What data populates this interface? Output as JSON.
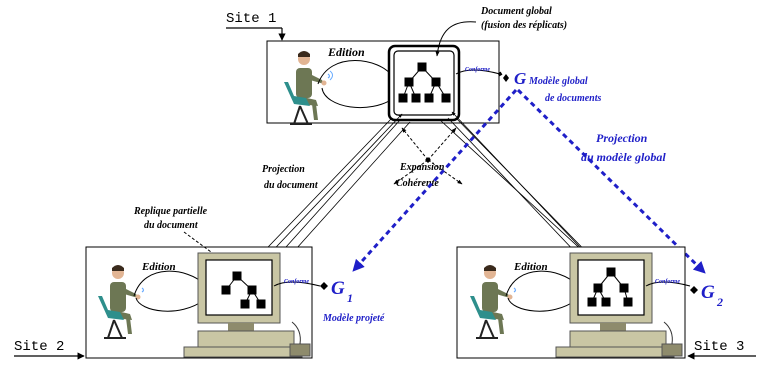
{
  "sites": {
    "site1": "Site 1",
    "site2": "Site 2",
    "site3": "Site 3"
  },
  "labels": {
    "edition_top": "Edition",
    "edition_left": "Edition",
    "edition_right": "Edition",
    "doc_global_line1": "Document global",
    "doc_global_line2": "(fusion des réplicats)",
    "conforme_top": "Conforme",
    "conforme_left": "Conforme",
    "conforme_right": "Conforme",
    "G": "G",
    "G1_base": "G",
    "G1_sub": "1",
    "G2_base": "G",
    "G2_sub": "2",
    "modele_global_line1": "Modèle global",
    "modele_global_line2": "de documents",
    "projection_global_line1": "Projection",
    "projection_global_line2": "du modèle global",
    "projection_doc_line1": "Projection",
    "projection_doc_line2": "du document",
    "expansion_line1": "Expansion",
    "expansion_line2": "Cohérente",
    "replique_line1": "Replique partielle",
    "replique_line2": "du document",
    "modele_projete": "Modèle projeté"
  },
  "colors": {
    "blue": "#1f1fc8",
    "monitor": "#c9c6a4",
    "monitor_dark": "#8e8b6c",
    "person_suit": "#6d7754",
    "chair": "#2e8f8c"
  }
}
